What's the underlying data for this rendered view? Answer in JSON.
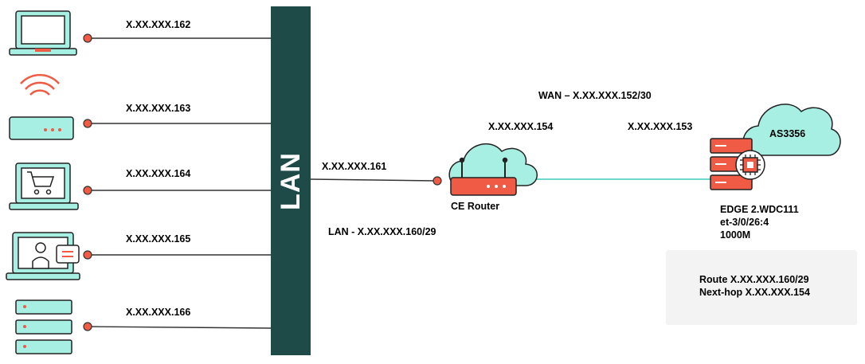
{
  "lan_bar": {
    "label": "LAN"
  },
  "hosts": [
    {
      "icon": "laptop-icon",
      "ip": "X.XX.XXX.162"
    },
    {
      "icon": "wifi-router-icon",
      "ip": "X.XX.XXX.163"
    },
    {
      "icon": "shopping-laptop-icon",
      "ip": "X.XX.XXX.164"
    },
    {
      "icon": "support-laptop-icon",
      "ip": "X.XX.XXX.165"
    },
    {
      "icon": "server-rack-icon",
      "ip": "X.XX.XXX.166"
    }
  ],
  "lan_link": {
    "ip": "X.XX.XXX.161",
    "subnet": "LAN - X.XX.XXX.160/29"
  },
  "wan_link": {
    "subnet": "WAN – X.XX.XXX.152/30",
    "ce_ip": "X.XX.XXX.154",
    "edge_ip": "X.XX.XXX.153"
  },
  "ce_router": {
    "label": "CE Router",
    "icon": "cloud-router-icon"
  },
  "edge": {
    "cloud_label": "AS3356",
    "icon": "edge-server-chip-icon",
    "details": "EDGE 2.WDC111\net-3/0/26:4\n1000M"
  },
  "route_box": {
    "text": "Route X.XX.XXX.160/29\nNext-hop X.XX.XXX.154"
  },
  "colors": {
    "lan_bar": "#1e4a48",
    "icon_fill": "#a8efe3",
    "icon_stroke": "#222222",
    "accent": "#ef5b45",
    "wan_line": "#6fd8cc",
    "route_box_bg": "#f3f3f4"
  }
}
